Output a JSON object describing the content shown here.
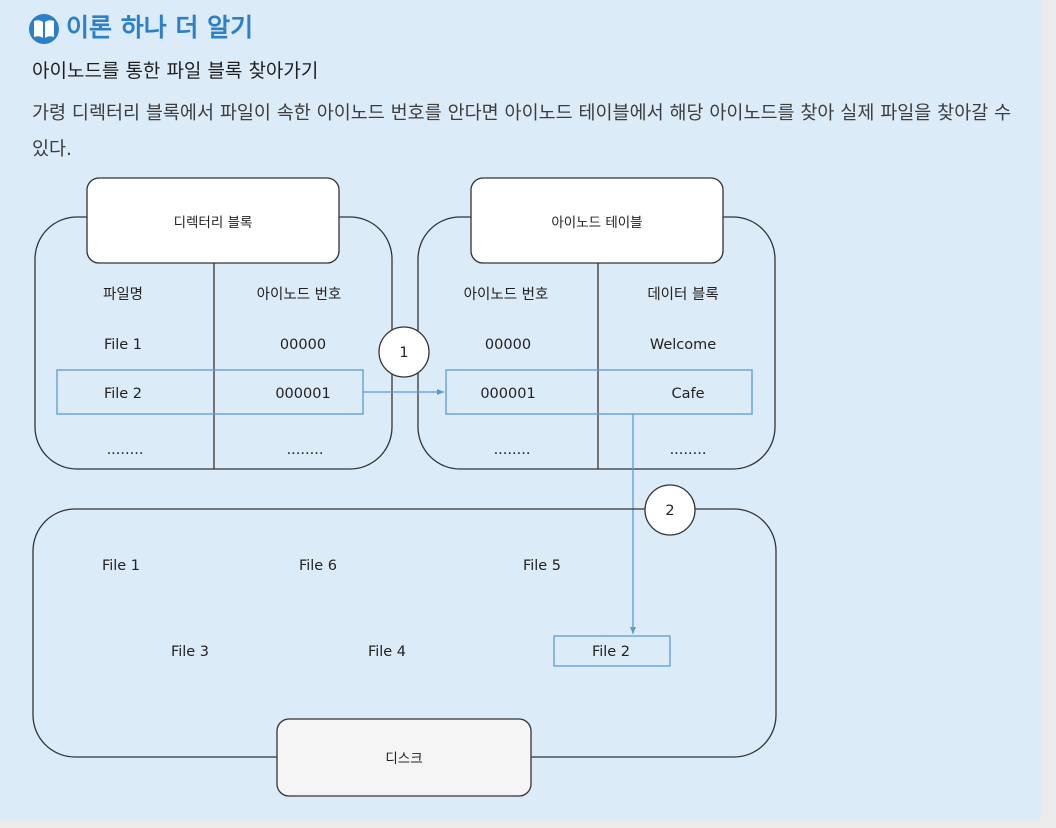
{
  "header": {
    "title": "이론 하나 더 알기"
  },
  "subtitle": "아이노드를 통한 파일 블록 찾아가기",
  "body_text": "가령 디렉터리 블록에서 파일이 속한 아이노드 번호를 안다면 아이노드 테이블에서 해당 아이노드를 찾아 실제 파일을 찾아갈 수 있다.",
  "directory_block": {
    "title": "디렉터리 블록",
    "headers": [
      "파일명",
      "아이노드 번호"
    ],
    "rows": [
      [
        "File 1",
        "00000"
      ],
      [
        "File 2",
        "000001"
      ],
      [
        "........",
        "........"
      ]
    ]
  },
  "inode_table": {
    "title": "아이노드 테이블",
    "headers": [
      "아이노드 번호",
      "데이터 블록"
    ],
    "rows": [
      [
        "00000",
        "Welcome"
      ],
      [
        "000001",
        "Cafe"
      ],
      [
        "........",
        "........"
      ]
    ]
  },
  "steps": [
    "1",
    "2"
  ],
  "disk": {
    "title": "디스크",
    "files": [
      "File 1",
      "File 6",
      "File 5",
      "File 3",
      "File 4",
      "File 2"
    ]
  },
  "colors": {
    "accent": "#2b80c8",
    "highlight": "#5b9bd5",
    "panel": "#dcebf8"
  }
}
